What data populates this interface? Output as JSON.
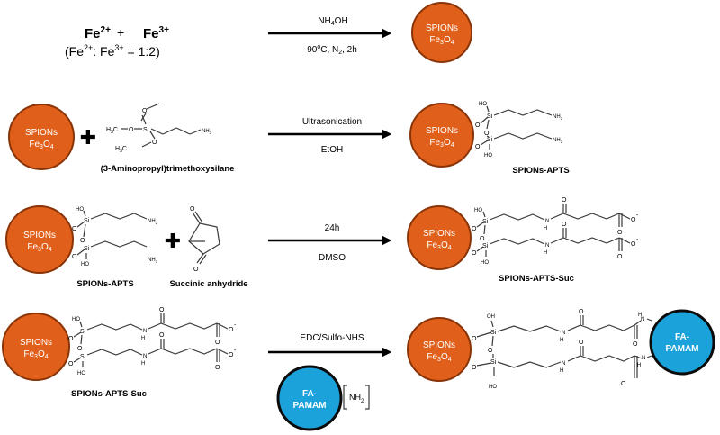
{
  "row1": {
    "fe2": "Fe",
    "fe2_charge": "2+",
    "plus": "+",
    "fe3": "Fe",
    "fe3_charge": "3+",
    "ratio_open": "(Fe",
    "ratio_mid": ": Fe",
    "ratio_end": " = 1:2)",
    "reagent_a": "NH",
    "reagent_a_sub": "4",
    "reagent_a_end": "OH",
    "cond_a": "90",
    "cond_o": "o",
    "cond_b": "C, N",
    "cond_sub": "2",
    "cond_c": ", 2h"
  },
  "particle": {
    "name": "SPIONs",
    "formula_a": "Fe",
    "formula_s1": "3",
    "formula_b": "O",
    "formula_s2": "4"
  },
  "row2": {
    "plus": "✚",
    "silane_label": "(3-Aminopropyl)trimethoxysilane",
    "cond_top": "Ultrasonication",
    "cond_bottom": "EtOH",
    "product_label": "SPIONs-APTS"
  },
  "row3": {
    "reactant_label": "SPIONs-APTS",
    "plus": "✚",
    "anhydride_label": "Succinic anhydride",
    "cond_top": "24h",
    "cond_bottom": "DMSO",
    "product_label": "SPIONs-APTS-Suc"
  },
  "row4": {
    "reactant_label": "SPIONs-APTS-Suc",
    "cond_top": "EDC/Sulfo-NHS",
    "dendrimer_line1": "FA-",
    "dendrimer_line2": "PAMAM",
    "dendrimer_amine": "NH",
    "dendrimer_amine_sub": "2"
  },
  "atoms": {
    "H3C": "H",
    "H3C_sub": "3",
    "H3C_end": "C",
    "O": "O",
    "Si": "Si",
    "NH2": "NH",
    "NH2_sub": "2",
    "HO": "HO",
    "OH": "OH",
    "H": "H",
    "N": "N",
    "Ominus": "O",
    "minus": "-"
  },
  "colors": {
    "particle": "#e0601b",
    "dendrimer": "#1ba2da"
  }
}
